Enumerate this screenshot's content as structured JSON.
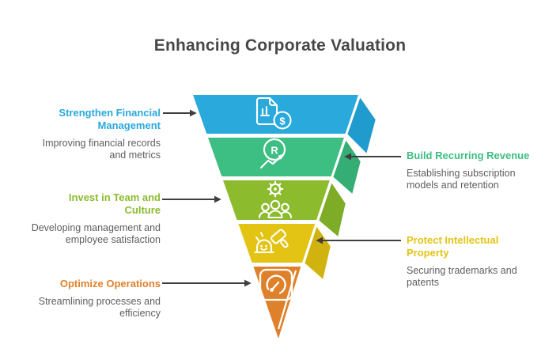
{
  "title": "Enhancing Corporate Valuation",
  "colors": {
    "arrow": "#3F3F3F",
    "title_text": "#474747",
    "description_text": "#5E5E5E",
    "background": "#FFFFFF"
  },
  "funnel": {
    "levels": [
      {
        "rank": 1,
        "name": "Strengthen Financial\nManagement",
        "description": "Improving financial records\nand metrics",
        "color": "#29A9DC",
        "fold_color": "#1F9BCE",
        "label_side": "left",
        "icon": "financial-report-dollar-icon",
        "icon_text": "$"
      },
      {
        "rank": 2,
        "name": "Build Recurring Revenue",
        "description": "Establishing subscription\nmodels and retention",
        "color": "#3DBE82",
        "fold_color": "#34AE75",
        "label_side": "right",
        "icon": "recurring-revenue-growth-icon",
        "icon_text": "R"
      },
      {
        "rank": 3,
        "name": "Invest in Team and\nCulture",
        "description": "Developing management and\nemployee satisfaction",
        "color": "#8CBB2E",
        "fold_color": "#7EAC26",
        "label_side": "left",
        "icon": "team-culture-icon"
      },
      {
        "rank": 4,
        "name": "Protect Intellectual\nProperty",
        "description": "Securing trademarks and\npatents",
        "color": "#E3C414",
        "fold_color": "#D0B30E",
        "label_side": "right",
        "icon": "gavel-legal-icon"
      },
      {
        "rank": 5,
        "name": "Optimize Operations",
        "description": "Streamlining processes and\nefficiency",
        "color": "#DF812B",
        "fold_color": "#DF812B",
        "label_side": "left",
        "icon": "speedometer-icon"
      }
    ]
  }
}
